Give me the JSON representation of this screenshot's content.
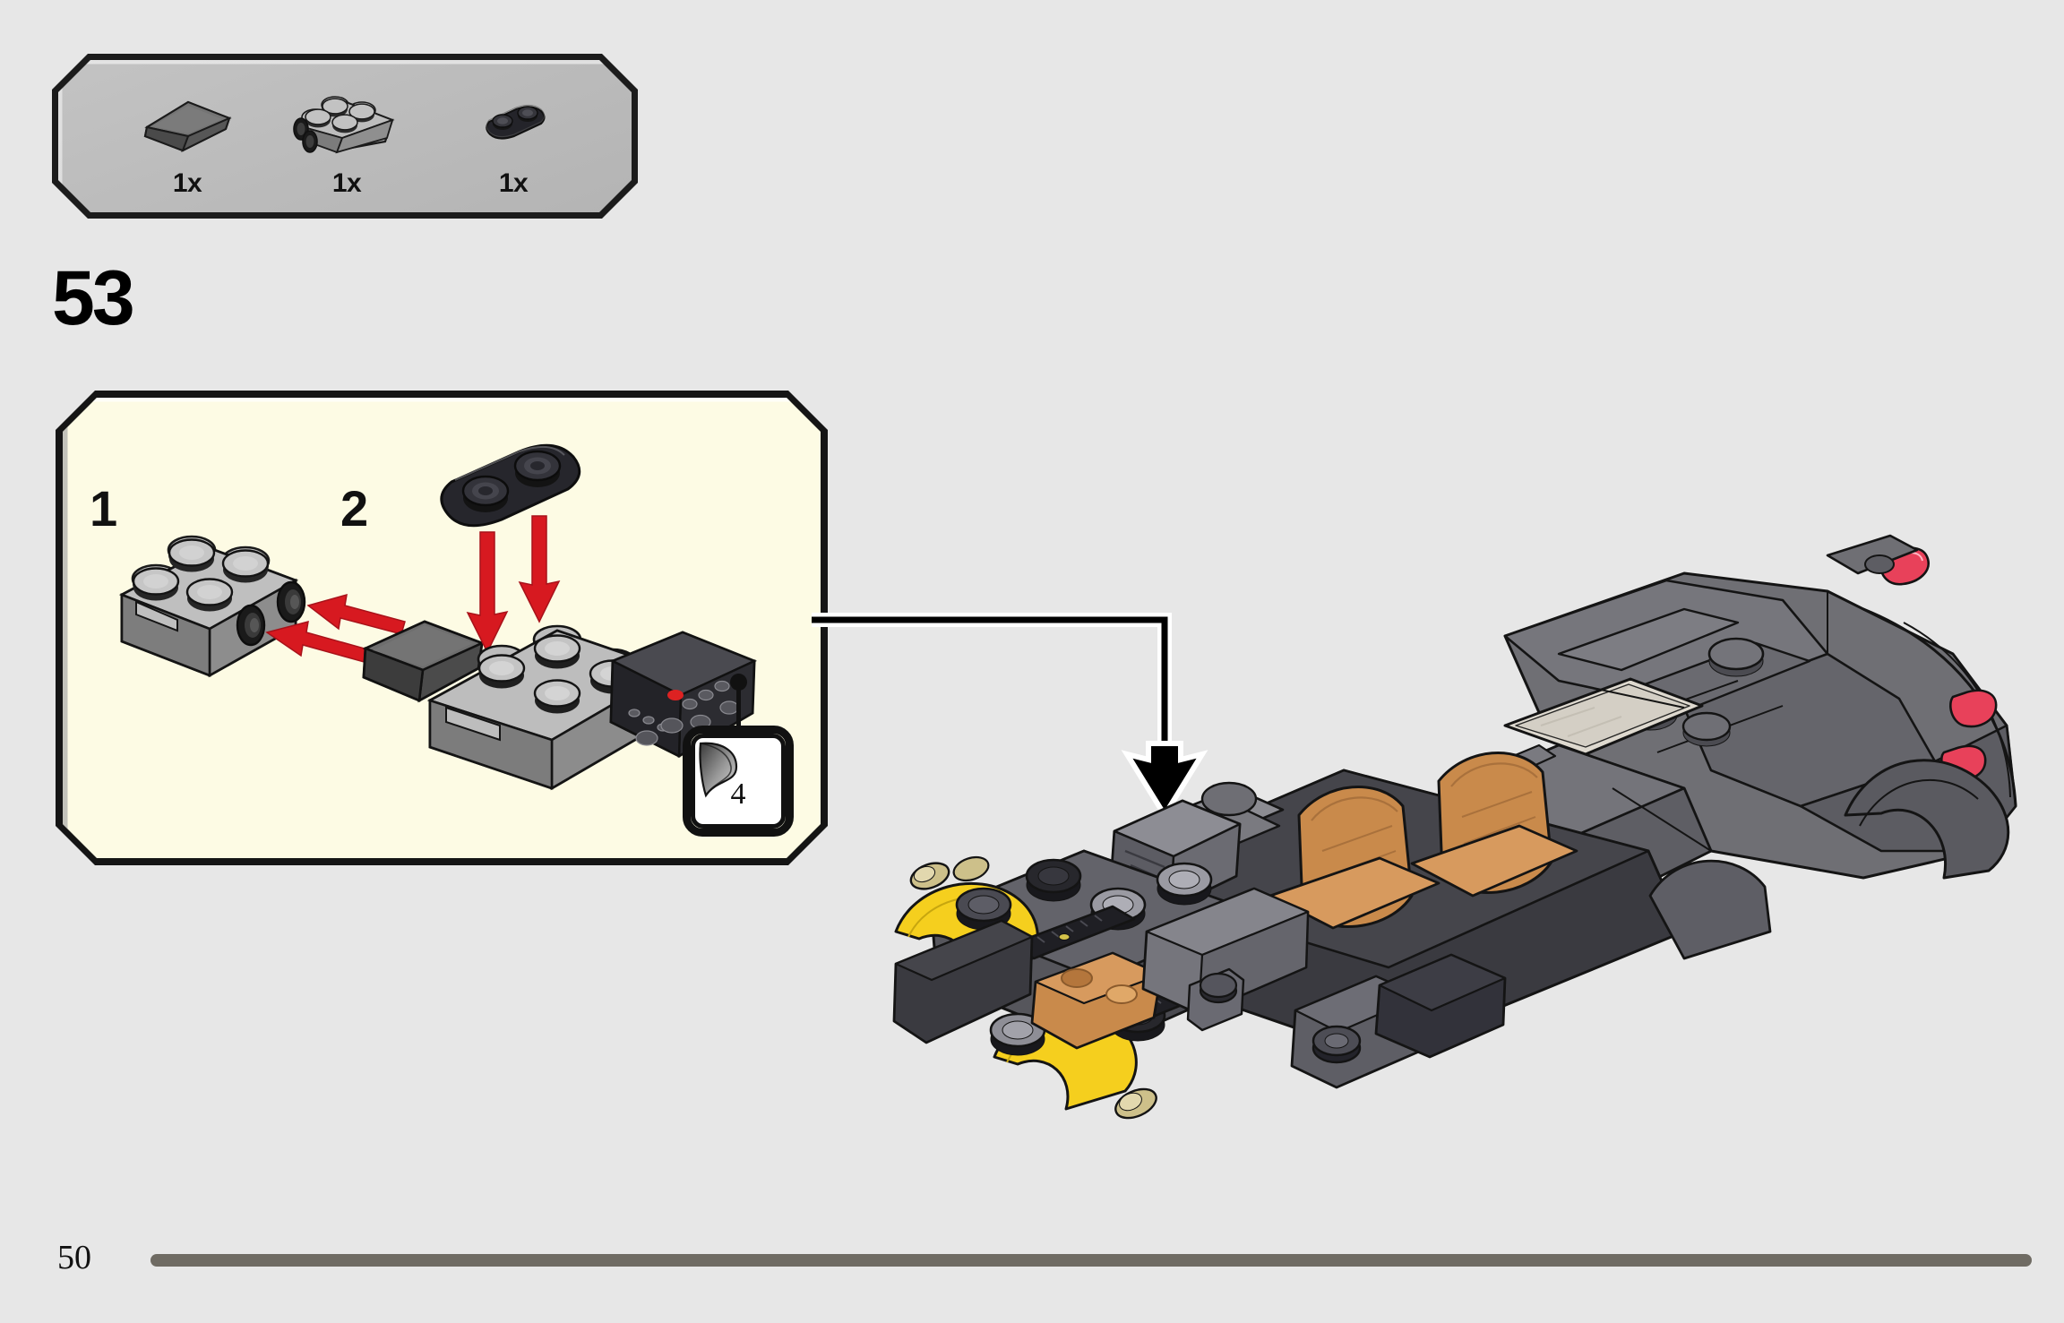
{
  "page": {
    "background_color": "#e7e7e7",
    "page_number": "50",
    "footer_rule_color": "#6f6b63"
  },
  "step": {
    "number": "53"
  },
  "parts_box": {
    "background_color": "#bcbcbc",
    "border_color": "#1c1c1c",
    "parts": [
      {
        "count": "1x",
        "icon": "slope-brick-icon",
        "color": "#5d5d5d",
        "description": "dark gray slope brick"
      },
      {
        "count": "1x",
        "icon": "plate-2x2-side-studs-icon",
        "color": "#9a9a9a",
        "description": "light gray 2x2 plate with two side studs"
      },
      {
        "count": "1x",
        "icon": "round-plate-1x2-icon",
        "color": "#232323",
        "description": "black 1x2 rounded plate"
      }
    ]
  },
  "substep_panel": {
    "background_color": "#fdfbe4",
    "border_color": "#151515",
    "substeps": [
      {
        "number": "1",
        "description": "attach dark gray slope to side studs of light gray 2x2 plate",
        "arrow_color": "#d71920",
        "arrow_count": 2
      },
      {
        "number": "2",
        "description": "press black 1x2 rounded plate onto top studs of assembly",
        "arrow_color": "#d71920",
        "arrow_count": 2
      }
    ],
    "sticker_callout": {
      "number": "4",
      "icon": "sticker-peel-icon",
      "label": "apply sticker 4"
    }
  },
  "callout": {
    "icon": "callout-arrow-icon",
    "line_color": "#000000",
    "fill_color": "#ffffff",
    "description": "leader line from substep panel to insertion point on model"
  },
  "model": {
    "description": "black Lamborghini style supercar partially built, interior visible",
    "colors": {
      "body_dark": "#6f6f74",
      "body_darker": "#4a4a4f",
      "body_shadow": "#2e2e33",
      "interior_tan": "#c98a4b",
      "interior_tan_light": "#d79a5e",
      "accent_yellow": "#f5cf1e",
      "accent_red": "#e8415a",
      "stud_black": "#1f1f22",
      "stud_gray": "#8c8c92",
      "glass": "#ded9cf",
      "pin_tan": "#cdc08a",
      "outline": "#141414"
    }
  }
}
